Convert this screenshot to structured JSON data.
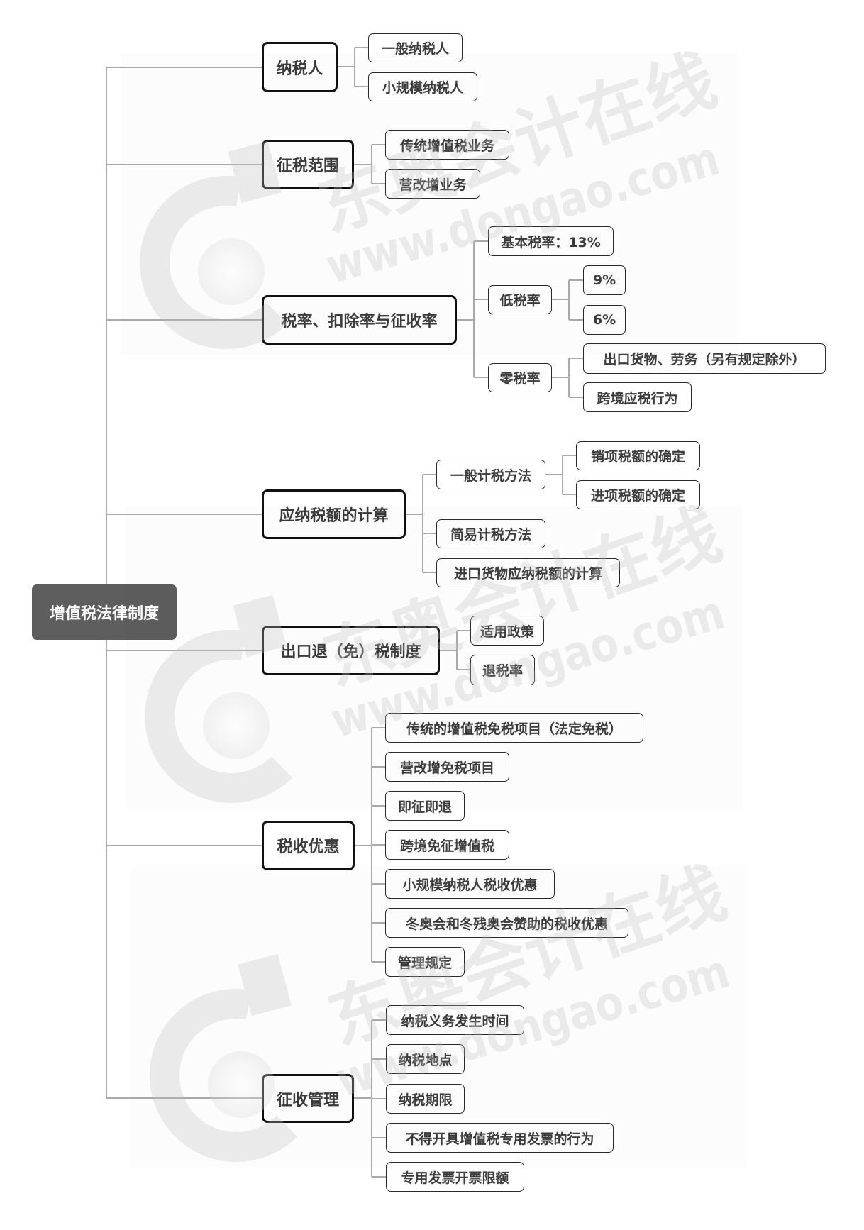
{
  "tree": {
    "root": {
      "label": "增值税法律制度"
    },
    "branches": [
      {
        "label": "纳税人",
        "children": [
          {
            "label": "一般纳税人"
          },
          {
            "label": "小规模纳税人"
          }
        ]
      },
      {
        "label": "征税范围",
        "children": [
          {
            "label": "传统增值税业务"
          },
          {
            "label": "营改增业务"
          }
        ]
      },
      {
        "label": "税率、扣除率与征收率",
        "children": [
          {
            "label": "基本税率：13%"
          },
          {
            "label": "低税率",
            "children": [
              {
                "label": "9%"
              },
              {
                "label": "6%"
              }
            ]
          },
          {
            "label": "零税率",
            "children": [
              {
                "label": "出口货物、劳务（另有规定除外）"
              },
              {
                "label": "跨境应税行为"
              }
            ]
          }
        ]
      },
      {
        "label": "应纳税额的计算",
        "children": [
          {
            "label": "一般计税方法",
            "children": [
              {
                "label": "销项税额的确定"
              },
              {
                "label": "进项税额的确定"
              }
            ]
          },
          {
            "label": "简易计税方法"
          },
          {
            "label": "进口货物应纳税额的计算"
          }
        ]
      },
      {
        "label": "出口退（免）税制度",
        "children": [
          {
            "label": "适用政策"
          },
          {
            "label": "退税率"
          }
        ]
      },
      {
        "label": "税收优惠",
        "children": [
          {
            "label": "传统的增值税免税项目（法定免税）"
          },
          {
            "label": "营改增免税项目"
          },
          {
            "label": "即征即退"
          },
          {
            "label": "跨境免征增值税"
          },
          {
            "label": "小规模纳税人税收优惠"
          },
          {
            "label": "冬奥会和冬残奥会赞助的税收优惠"
          },
          {
            "label": "管理规定"
          }
        ]
      },
      {
        "label": "征收管理",
        "children": [
          {
            "label": "纳税义务发生时间"
          },
          {
            "label": "纳税地点"
          },
          {
            "label": "纳税期限"
          },
          {
            "label": "不得开具增值税专用发票的行为"
          },
          {
            "label": "专用发票开票限额"
          }
        ]
      }
    ]
  },
  "watermark": {
    "brand": "东奥会计在线",
    "url": "www.dongao.com",
    "logo_icon": "dongao-logo-icon"
  },
  "colors": {
    "root_bg": "#5e5e5e",
    "root_text": "#ffffff",
    "node_text": "#3c3c3c",
    "primary_border": "#111111",
    "secondary_border": "#2a2a2a",
    "connector": "#aaaaaa",
    "watermark": "#c0c0c0"
  }
}
